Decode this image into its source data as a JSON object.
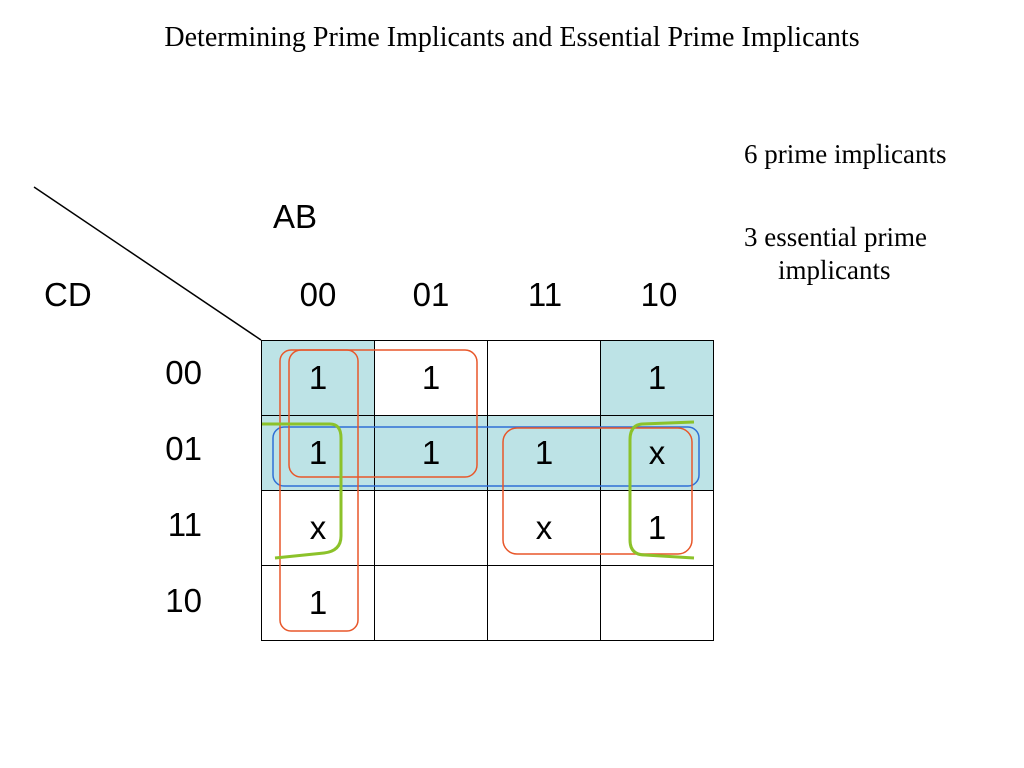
{
  "title": "Determining Prime Implicants and Essential Prime Implicants",
  "notes": {
    "prime_count": "6 prime implicants",
    "essential_line1": "3 essential prime",
    "essential_line2": "implicants"
  },
  "kmap": {
    "col_var": "AB",
    "row_var": "CD",
    "col_labels": [
      "00",
      "01",
      "11",
      "10"
    ],
    "row_labels": [
      "00",
      "01",
      "11",
      "10"
    ],
    "cells": [
      [
        "1",
        "1",
        "",
        "1"
      ],
      [
        "1",
        "1",
        "1",
        "x"
      ],
      [
        "x",
        "",
        "x",
        "1"
      ],
      [
        "1",
        "",
        "",
        ""
      ]
    ],
    "highlight_color": "#bde3e6",
    "highlighted_cells": [
      [
        0,
        0
      ],
      [
        0,
        3
      ],
      [
        1,
        0
      ],
      [
        1,
        1
      ],
      [
        1,
        2
      ],
      [
        1,
        3
      ]
    ],
    "group_colors": {
      "red": "#e8572a",
      "blue": "#2f6fd6",
      "green": "#8cc22a"
    }
  }
}
